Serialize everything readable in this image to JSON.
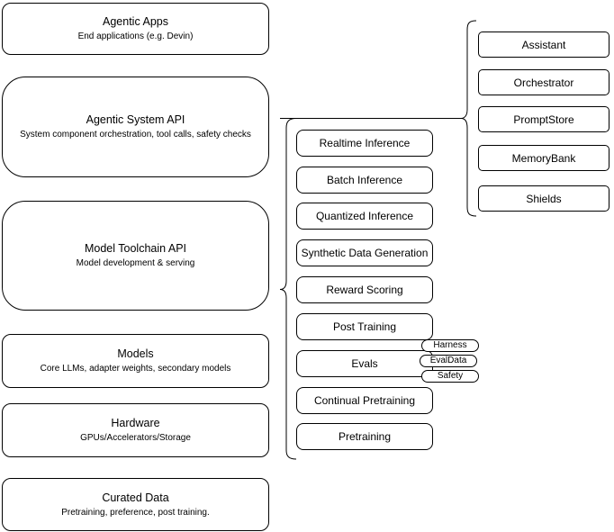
{
  "diagram": {
    "stack": [
      {
        "title": "Agentic Apps",
        "subtitle": "End applications (e.g. Devin)"
      },
      {
        "title": "Agentic System API",
        "subtitle": "System component orchestration, tool calls, safety checks"
      },
      {
        "title": "Model Toolchain API",
        "subtitle": "Model development & serving"
      },
      {
        "title": "Models",
        "subtitle": "Core LLMs, adapter weights, secondary models"
      },
      {
        "title": "Hardware",
        "subtitle": "GPUs/Accelerators/Storage"
      },
      {
        "title": "Curated Data",
        "subtitle": "Pretraining, preference, post training."
      }
    ],
    "toolchain_services": [
      "Realtime Inference",
      "Batch Inference",
      "Quantized Inference",
      "Synthetic Data Generation",
      "Reward Scoring",
      "Post Training",
      "Evals",
      "Continual Pretraining",
      "Pretraining"
    ],
    "eval_tags": [
      "Harness",
      "EvalData",
      "Safety"
    ],
    "system_components": [
      "Assistant",
      "Orchestrator",
      "PromptStore",
      "MemoryBank",
      "Shields"
    ],
    "colors": {
      "stroke": "#000000",
      "fill": "#ffffff",
      "text": "#000000"
    }
  }
}
